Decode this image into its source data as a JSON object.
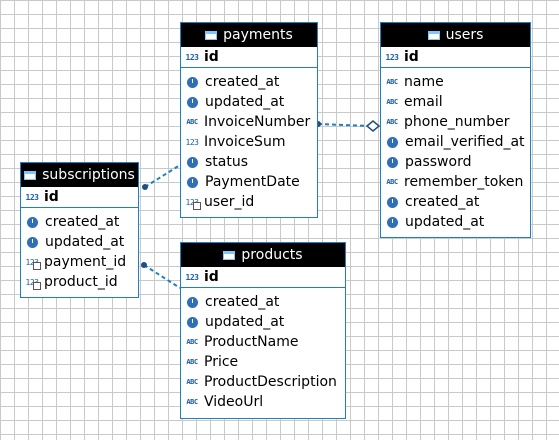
{
  "entities": {
    "payments": {
      "title": "payments",
      "pk": "id",
      "columns": [
        {
          "name": "created_at",
          "type": "timestamp"
        },
        {
          "name": "updated_at",
          "type": "timestamp"
        },
        {
          "name": "InvoiceNumber",
          "type": "text-key"
        },
        {
          "name": "InvoiceSum",
          "type": "number"
        },
        {
          "name": "status",
          "type": "timestamp"
        },
        {
          "name": "PaymentDate",
          "type": "timestamp"
        },
        {
          "name": "user_id",
          "type": "number-fk"
        }
      ]
    },
    "users": {
      "title": "users",
      "pk": "id",
      "columns": [
        {
          "name": "name",
          "type": "text"
        },
        {
          "name": "email",
          "type": "text-key"
        },
        {
          "name": "phone_number",
          "type": "text"
        },
        {
          "name": "email_verified_at",
          "type": "timestamp"
        },
        {
          "name": "password",
          "type": "timestamp"
        },
        {
          "name": "remember_token",
          "type": "text"
        },
        {
          "name": "created_at",
          "type": "timestamp"
        },
        {
          "name": "updated_at",
          "type": "timestamp"
        }
      ]
    },
    "subscriptions": {
      "title": "subscriptions",
      "pk": "id",
      "columns": [
        {
          "name": "created_at",
          "type": "timestamp"
        },
        {
          "name": "updated_at",
          "type": "timestamp"
        },
        {
          "name": "payment_id",
          "type": "number-fk"
        },
        {
          "name": "product_id",
          "type": "number-fk"
        }
      ]
    },
    "products": {
      "title": "products",
      "pk": "id",
      "columns": [
        {
          "name": "created_at",
          "type": "timestamp"
        },
        {
          "name": "updated_at",
          "type": "timestamp"
        },
        {
          "name": "ProductName",
          "type": "text"
        },
        {
          "name": "Price",
          "type": "text"
        },
        {
          "name": "ProductDescription",
          "type": "text"
        },
        {
          "name": "VideoUrl",
          "type": "text"
        }
      ]
    }
  },
  "icons": {
    "number": "123",
    "text": "ABC",
    "pk_icon": "key-number-icon",
    "timestamp_icon": "clock-icon",
    "table_icon": "table-icon"
  },
  "colors": {
    "grid": "#c9c9c9",
    "entity_border": "#1f7fbf",
    "header_bg": "#000000",
    "header_text": "#ffffff",
    "icon": "#1a5fa8",
    "connector": "#1f7fbf"
  }
}
